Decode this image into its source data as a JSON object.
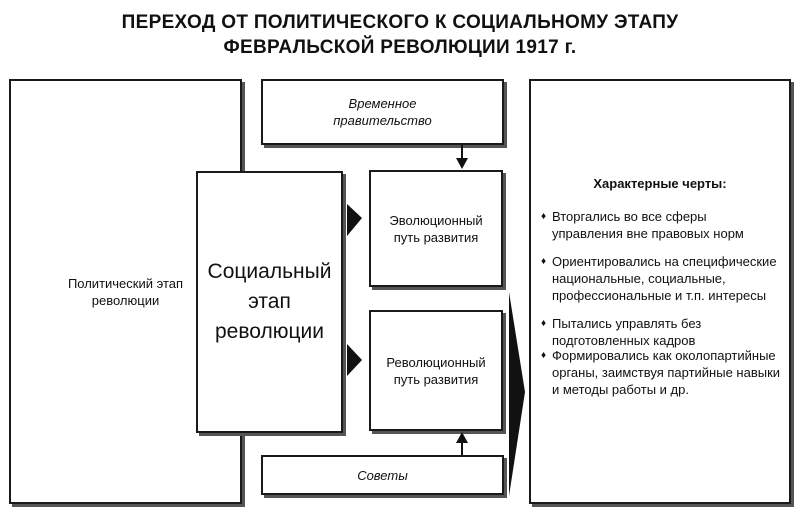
{
  "title": {
    "line1": "ПЕРЕХОД ОТ ПОЛИТИЧЕСКОГО К СОЦИАЛЬНОМУ ЭТАПУ",
    "line2": "ФЕВРАЛЬСКОЙ РЕВОЛЮЦИИ 1917 г."
  },
  "boxes": {
    "political_stage": "Политический этап революции",
    "social_stage": "Социальный этап революции",
    "provisional_government": "Временное правительство",
    "evolutionary_path": "Эволюционный путь развития",
    "revolutionary_path": "Революционный путь развития",
    "soviets": "Советы"
  },
  "features": {
    "heading": "Характерные черты:",
    "items": [
      "Вторгались во все сферы управления вне правовых норм",
      "Ориентировались на специфические национальные, социальные, профессиональные и т.п. интересы",
      "Пытались управлять без подготовленных кадров",
      "Формировались как околопартийные органы, заимствуя партийные навыки и методы работы и др."
    ]
  }
}
